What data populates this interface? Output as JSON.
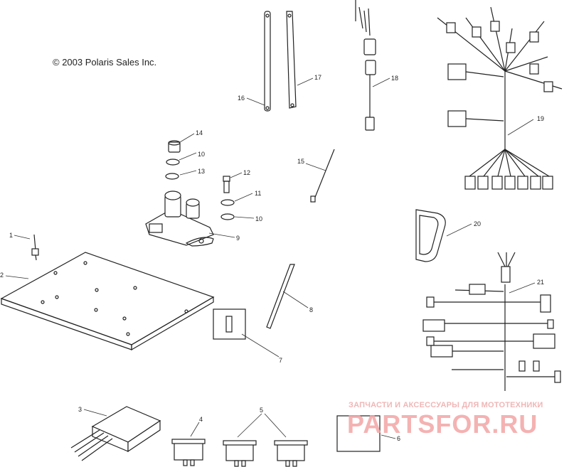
{
  "copyright": "© 2003 Polaris Sales Inc.",
  "callouts": [
    {
      "id": "1",
      "label": "1"
    },
    {
      "id": "2",
      "label": "2"
    },
    {
      "id": "3",
      "label": "3"
    },
    {
      "id": "4",
      "label": "4"
    },
    {
      "id": "5",
      "label": "5"
    },
    {
      "id": "6",
      "label": "6"
    },
    {
      "id": "7",
      "label": "7"
    },
    {
      "id": "8",
      "label": "8"
    },
    {
      "id": "9",
      "label": "9"
    },
    {
      "id": "10a",
      "label": "10"
    },
    {
      "id": "10b",
      "label": "10"
    },
    {
      "id": "11",
      "label": "11"
    },
    {
      "id": "12",
      "label": "12"
    },
    {
      "id": "13",
      "label": "13"
    },
    {
      "id": "14",
      "label": "14"
    },
    {
      "id": "15",
      "label": "15"
    },
    {
      "id": "16",
      "label": "16"
    },
    {
      "id": "17",
      "label": "17"
    },
    {
      "id": "18",
      "label": "18"
    },
    {
      "id": "19",
      "label": "19"
    },
    {
      "id": "20",
      "label": "20"
    },
    {
      "id": "21",
      "label": "21"
    }
  ],
  "watermark": {
    "tagline": "ЗАПЧАСТИ И АКСЕССУАРЫ ДЛЯ МОТОТЕХНИКИ",
    "brand": "PARTSFOR.RU"
  }
}
